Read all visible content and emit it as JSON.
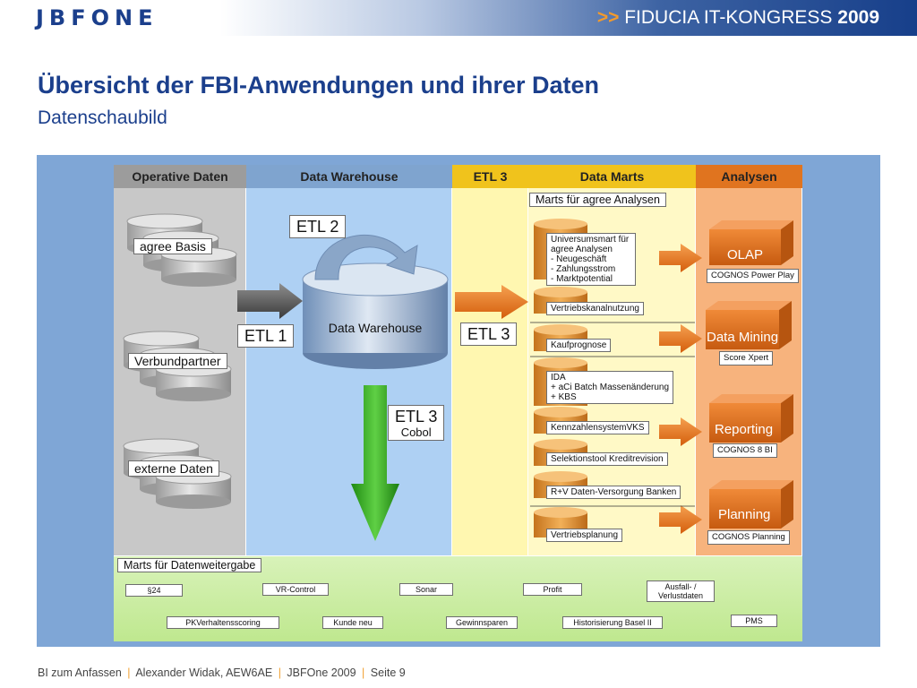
{
  "header": {
    "logo": "JBFONE",
    "conference_arrows": ">>",
    "conference_name": "FIDUCIA IT-KONGRESS",
    "conference_year": "2009"
  },
  "title": "Übersicht der FBI-Anwendungen und ihrer Daten",
  "subtitle": "Datenschaubild",
  "columns": [
    {
      "name": "Operative Daten",
      "color": "#c8c8c8"
    },
    {
      "name": "Data Warehouse",
      "color": "#aed0f3"
    },
    {
      "name": "ETL 3",
      "color": "#fff7b0"
    },
    {
      "name": "Data Marts",
      "color": "#fff9c6"
    },
    {
      "name": "Analysen",
      "color": "#f7b37d"
    }
  ],
  "operative_sources": [
    "agree Basis",
    "Verbundpartner",
    "externe Daten"
  ],
  "data_warehouse": {
    "db_label": "Data Warehouse",
    "etl1": "ETL 1",
    "etl2": "ETL 2",
    "etl3": "ETL 3",
    "etl3_sub": "Cobol"
  },
  "etl3_label": "ETL 3",
  "data_marts": {
    "group_title": "Marts für agree Analysen",
    "umsatz_title": "Universumsmart für agree Analysen",
    "umsatz_items": [
      "Neugeschäft",
      "Zahlungsstrom",
      "Marktpotential"
    ],
    "vertriebskanal": "Vertriebskanalnutzung",
    "kaufprognose": "Kaufprognose",
    "ida_items": [
      "IDA",
      "+ aCi Batch Massenänderung",
      "+ KBS"
    ],
    "kennzahlen": "KennzahlensystemVKS",
    "selektion": "Selektionstool Kreditrevision",
    "rv": "R+V Daten-Versorgung Banken",
    "vertriebsplanung": "Vertriebsplanung"
  },
  "analysen": [
    {
      "title": "OLAP",
      "tool": "COGNOS Power Play"
    },
    {
      "title": "Data Mining",
      "tool": "Score Xpert"
    },
    {
      "title": "Reporting",
      "tool": "COGNOS 8 BI"
    },
    {
      "title": "Planning",
      "tool": "COGNOS Planning"
    }
  ],
  "weitergabe": {
    "title": "Marts für Datenweitergabe",
    "items": [
      "§24",
      "VR-Control",
      "Sonar",
      "Profit",
      "Ausfall- / Verlustdaten",
      "PKVerhaltensscoring",
      "Kunde neu",
      "Gewinnsparen",
      "Historisierung Basel II",
      "PMS"
    ]
  },
  "footer": {
    "part1": "BI zum Anfassen",
    "part2": "Alexander Widak, AEW6AE",
    "part3": "JBFOne 2009",
    "part4": "Seite 9",
    "separator": "|"
  },
  "colors": {
    "brand_blue": "#1b3f8c",
    "accent_orange": "#f39a2c",
    "arrow_green": "#2f9e1d",
    "arrow_orange": "#e8731a"
  }
}
